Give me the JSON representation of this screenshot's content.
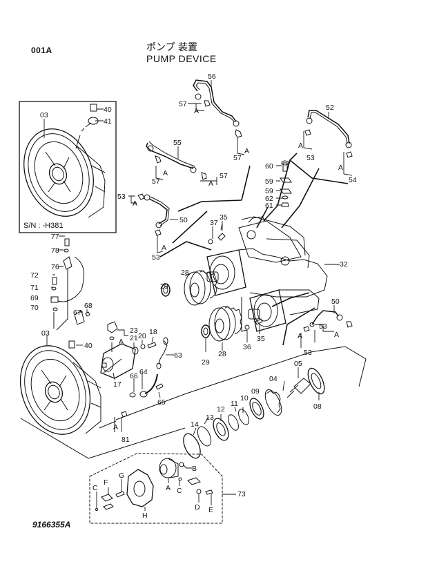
{
  "header": {
    "page_code": "001A",
    "title_jp": "ポンプ 装置",
    "title_en": "PUMP DEVICE"
  },
  "inset": {
    "serial_label": "S/N : -H381"
  },
  "footer": {
    "drawing_number": "9166355A"
  },
  "callouts": {
    "n03a": "03",
    "n40a": "40",
    "n41": "41",
    "n56": "56",
    "n57a": "57",
    "aA1": "A",
    "n57b": "57",
    "aA2": "A",
    "n55": "55",
    "n57c": "57",
    "aA3": "A",
    "n57d": "57",
    "aA4": "A",
    "n52": "52",
    "n53a": "53",
    "aA5": "A",
    "n54": "54",
    "aA6": "A",
    "n60": "60",
    "n59a": "59",
    "n59b": "59",
    "n62": "62",
    "n61": "61",
    "n53b": "53",
    "aA7": "A",
    "n50a": "50",
    "n53c": "53",
    "aA8": "A",
    "n37": "37",
    "n35a": "35",
    "n32": "32",
    "n77": "77",
    "n78": "78",
    "n76": "76",
    "n72": "72",
    "n71": "71",
    "n69": "69",
    "n70": "70",
    "n67": "67",
    "n68": "68",
    "n29a": "29",
    "n28a": "28",
    "n23": "23",
    "aA9": "A",
    "n21": "21",
    "n20": "20",
    "n18": "18",
    "n63": "63",
    "n03b": "03",
    "n40b": "40",
    "n17": "17",
    "n66": "66",
    "n64": "64",
    "n65": "65",
    "n81": "81",
    "aA10": "A",
    "n29b": "29",
    "n28b": "28",
    "n36": "36",
    "n35b": "35",
    "n50b": "50",
    "n53d": "53",
    "aA11": "A",
    "n53e": "53",
    "aA12": "A",
    "n05": "05",
    "n04": "04",
    "n08": "08",
    "n09": "09",
    "n10": "10",
    "n11": "11",
    "n12": "12",
    "n13": "13",
    "n14": "14",
    "n73": "73",
    "lB": "B",
    "lA": "A",
    "lC1": "C",
    "lC2": "C",
    "lD": "D",
    "lE": "E",
    "lF": "F",
    "lG": "G",
    "lH": "H"
  }
}
